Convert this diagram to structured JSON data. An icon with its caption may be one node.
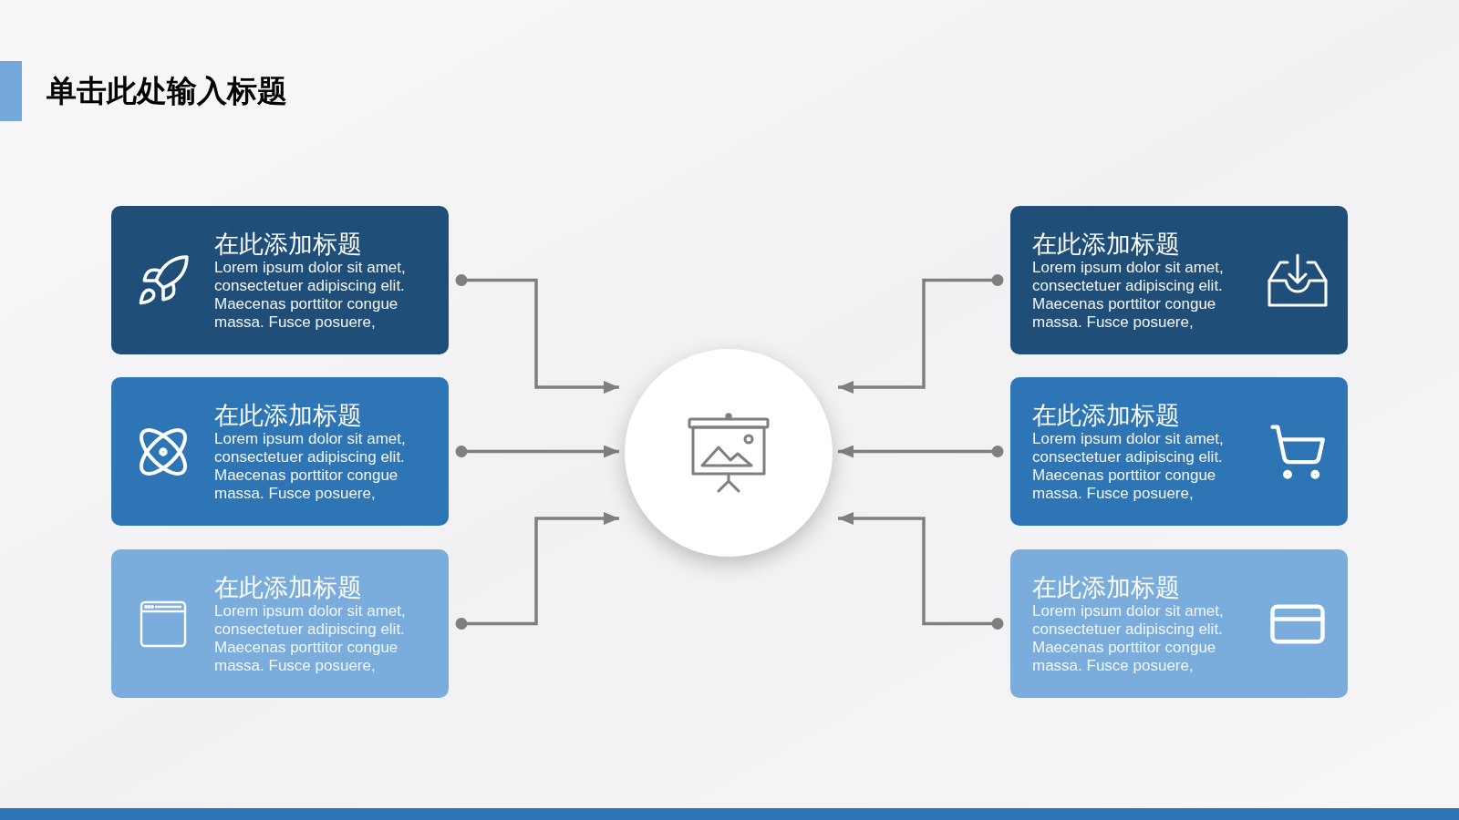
{
  "diagram": {
    "title": "单击此处输入标题",
    "nodes": [
      {
        "text": [
          "在此添加标题",
          "Lorem ipsum dolor sit amet, consectetuer adipiscing elit. Maecenas porttitor congue massa. Fusce posuere,"
        ]
      },
      {
        "text": [
          "在此添加标题",
          "Lorem ipsum dolor sit amet, consectetuer adipiscing elit. Maecenas porttitor congue massa. Fusce posuere,"
        ]
      },
      {
        "text": [
          "在此添加标题",
          "Lorem ipsum dolor sit amet, consectetuer adipiscing elit. Maecenas porttitor congue massa. Fusce posuere,"
        ]
      },
      {
        "text": [],
        "shape": "circle"
      },
      {
        "text": [
          "在此添加标题",
          "Lorem ipsum dolor sit amet, consectetuer adipiscing elit. Maecenas porttitor congue massa. Fusce posuere,"
        ]
      },
      {
        "text": [
          "在此添加标题",
          "Lorem ipsum dolor sit amet, consectetuer adipiscing elit. Maecenas porttitor congue massa. Fusce posuere,"
        ]
      },
      {
        "text": [
          "在此添加标题",
          "Lorem ipsum dolor sit amet, consectetuer adipiscing elit. Maecenas porttitor congue massa. Fusce posuere,"
        ]
      }
    ],
    "edges": [
      {
        "from": 0,
        "to": 3,
        "arrow": "to"
      },
      {
        "from": 1,
        "to": 3,
        "arrow": "to"
      },
      {
        "from": 2,
        "to": 3,
        "arrow": "to"
      },
      {
        "from": 4,
        "to": 3,
        "arrow": "to"
      },
      {
        "from": 5,
        "to": 3,
        "arrow": "to"
      },
      {
        "from": 6,
        "to": 3,
        "arrow": "to"
      }
    ]
  }
}
